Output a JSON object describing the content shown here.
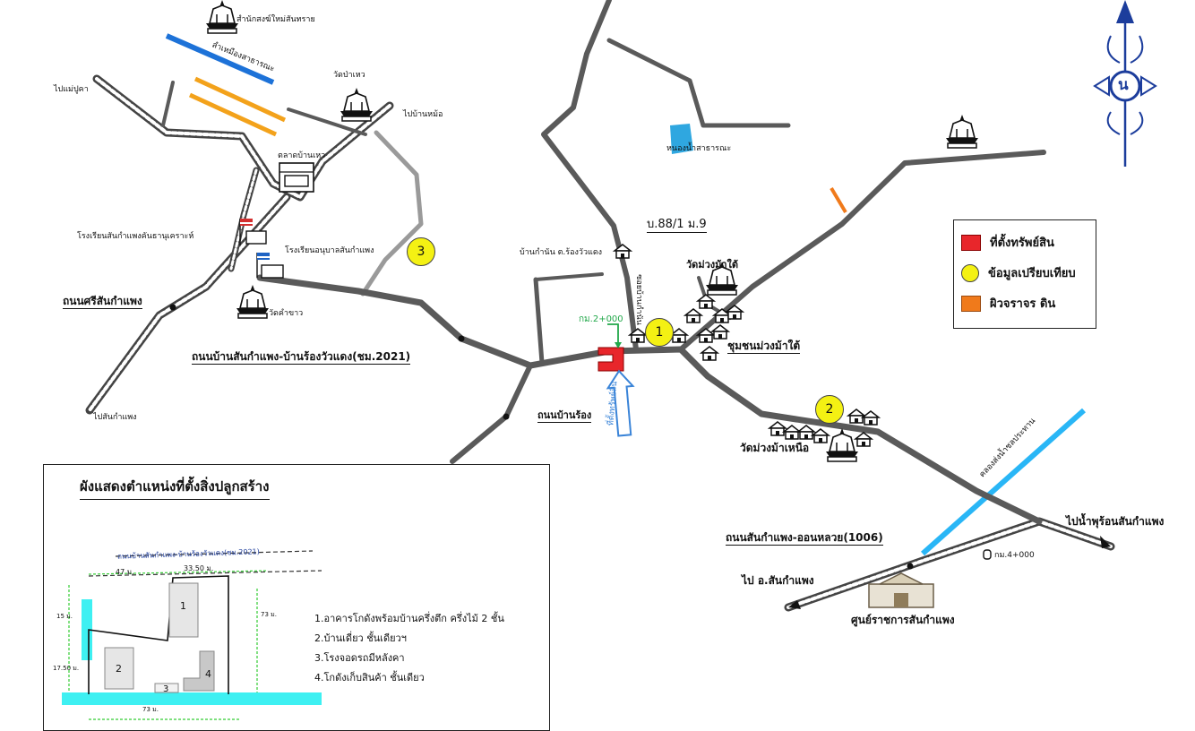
{
  "labels": {
    "temple_top": "สำนักสงฆ์ใหม่สันทราย",
    "canal_top": "ลำเหมืองสาธารณะ",
    "to_mae_pu_kha": "ไปแม่ปูคา",
    "temple_pa_khew": "วัดป่าเหว",
    "to_ban_mo": "ไปบ้านหม้อ",
    "market": "ตลาดบ้านเหว",
    "school_1": "โรงเรียนสันกำแพงคันธานุเคราะห์",
    "school_2": "โรงเรียนอนุบาลสันกำแพง",
    "road_san_kamphaeng": "ถนนศรีสันกำแพง",
    "temple_kham_khao": "วัดคำขาว",
    "to_san_kamphaeng": "ไปสันกำแพง",
    "road_main": "ถนนบ้านสันกำแพง-บ้านร้องวัวแดง(ชม.2021)",
    "pond": "หนองน้ำสาธารณะ",
    "village_head": "บ้านกำนัน ต.ร้องวัวแดง",
    "address": "บ.88/1 ม.9",
    "km_mark": "กม.2+000",
    "property_arrow": "ที่ตั้งทรัพย์สิน",
    "temple_muang_mala_tai": "วัดม่วงม้าใต้",
    "community": "ชุมชนม่วงม้าใต้",
    "road_ban_rong": "ถนนบ้านร้อง",
    "temple_muang_mala_nuea": "วัดม่วงม้าเหนือ",
    "canal_right": "คลองส่งน้ำชลประทาน",
    "to_hot_spring": "ไปน้ำพุร้อนสันกำแพง",
    "road_1006": "ถนนสันกำแพง-ออนหลวย(1006)",
    "km4": "กม.4+000",
    "to_amphoe": "ไป อ.สันกำแพง",
    "gov_center": "ศูนย์ราชการสันกำแพง",
    "vertical_lane": "ซอยบ้านกำนัน"
  },
  "markers": {
    "m1": "1",
    "m2": "2",
    "m3": "3"
  },
  "compass": {
    "letter": "น"
  },
  "legend": {
    "items": [
      {
        "label": "ที่ตั้งทรัพย์สิน",
        "color": "#e8262b",
        "shape": "square"
      },
      {
        "label": "ข้อมูลเปรียบเทียบ",
        "color": "#f4f113",
        "shape": "circle"
      },
      {
        "label": "ผิวจราจร ดิน",
        "color": "#f07a1b",
        "shape": "square"
      }
    ]
  },
  "inset": {
    "title": "ผังแสดงตำแหน่งที่ตั้งสิ่งปลูกสร้าง",
    "road_label": "ถนนบ้านสันกำแพง-บ้านร้องวัวแดง(ชม.2021)",
    "dim_top_left": "47 ม.",
    "dim_top_right": "33.50 ม.",
    "dim_left_top": "15 ม.",
    "dim_left_bottom": "17.50 ม.",
    "dim_right": "73 ม.",
    "dim_bottom": "73 ม.",
    "buildings": [
      "1",
      "2",
      "3",
      "4"
    ],
    "items": [
      "1.อาคารโกดังพร้อมบ้านครึ่งตึก ครึ่งไม้ 2 ชั้น",
      "2.บ้านเดี่ยว ชั้นเดียวฯ",
      "3.โรงจอดรถมีหลังคา",
      "4.โกดังเก็บสินค้า ชั้นเดียว"
    ]
  },
  "colors": {
    "road": "#5a5a5a",
    "road_light": "#9a9a9a",
    "water": "#2fa7e0",
    "canal": "#29b6f6",
    "dirt": "#f07a1b",
    "property": "#e8262b",
    "marker": "#f4f113",
    "inset_road": "#3ef0f2",
    "compass": "#1c3d9c"
  }
}
